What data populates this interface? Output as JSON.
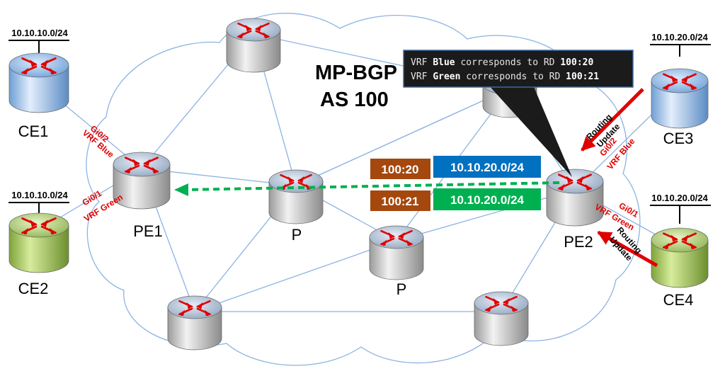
{
  "title": {
    "line1": "MP-BGP",
    "line2": "AS 100"
  },
  "callout": {
    "line1": {
      "prefix": "VRF ",
      "vrf": "Blue",
      "middle": " corresponds to RD ",
      "rd": "100:20"
    },
    "line2": {
      "prefix": "VRF ",
      "vrf": "Green",
      "middle": " corresponds to RD ",
      "rd": "100:21"
    }
  },
  "routers": {
    "ce1": "CE1",
    "ce2": "CE2",
    "ce3": "CE3",
    "ce4": "CE4",
    "pe1": "PE1",
    "pe2": "PE2",
    "p1": "P",
    "p2": "P"
  },
  "subnets": {
    "ce1": "10.10.10.0/24",
    "ce2": "10.10.10.0/24",
    "ce3": "10.10.20.0/24",
    "ce4": "10.10.20.0/24"
  },
  "interfaces": {
    "pe1_gi02": "Gi0/2",
    "pe1_vrf_blue": "VRF Blue",
    "pe1_gi01": "Gi0/1",
    "pe1_vrf_green": "VRF Green",
    "pe2_gi02": "Gi0/2",
    "pe2_vrf_blue": "VRF Blue",
    "pe2_gi01": "Gi0/1",
    "pe2_vrf_green": "VRF Green"
  },
  "updates": {
    "ce3_line1": "Routing",
    "ce3_line2": "Update",
    "ce4_line1": "Routing",
    "ce4_line2": "Update"
  },
  "vpn_routes": [
    {
      "rd": "100:20",
      "prefix": "10.10.20.0/24",
      "vrf_color": "#0070C0"
    },
    {
      "rd": "100:21",
      "prefix": "10.10.20.0/24",
      "vrf_color": "#00B050"
    }
  ],
  "colors": {
    "rd_box": "#A5480E",
    "vrf_blue": "#0070C0",
    "vrf_green": "#00B050",
    "interface_label": "#E00000",
    "arrow_red": "#E00000",
    "advertisement_arrow": "#00B050",
    "cloud_line": "#8DB3E2",
    "callout_bg": "#1B1B1B"
  }
}
